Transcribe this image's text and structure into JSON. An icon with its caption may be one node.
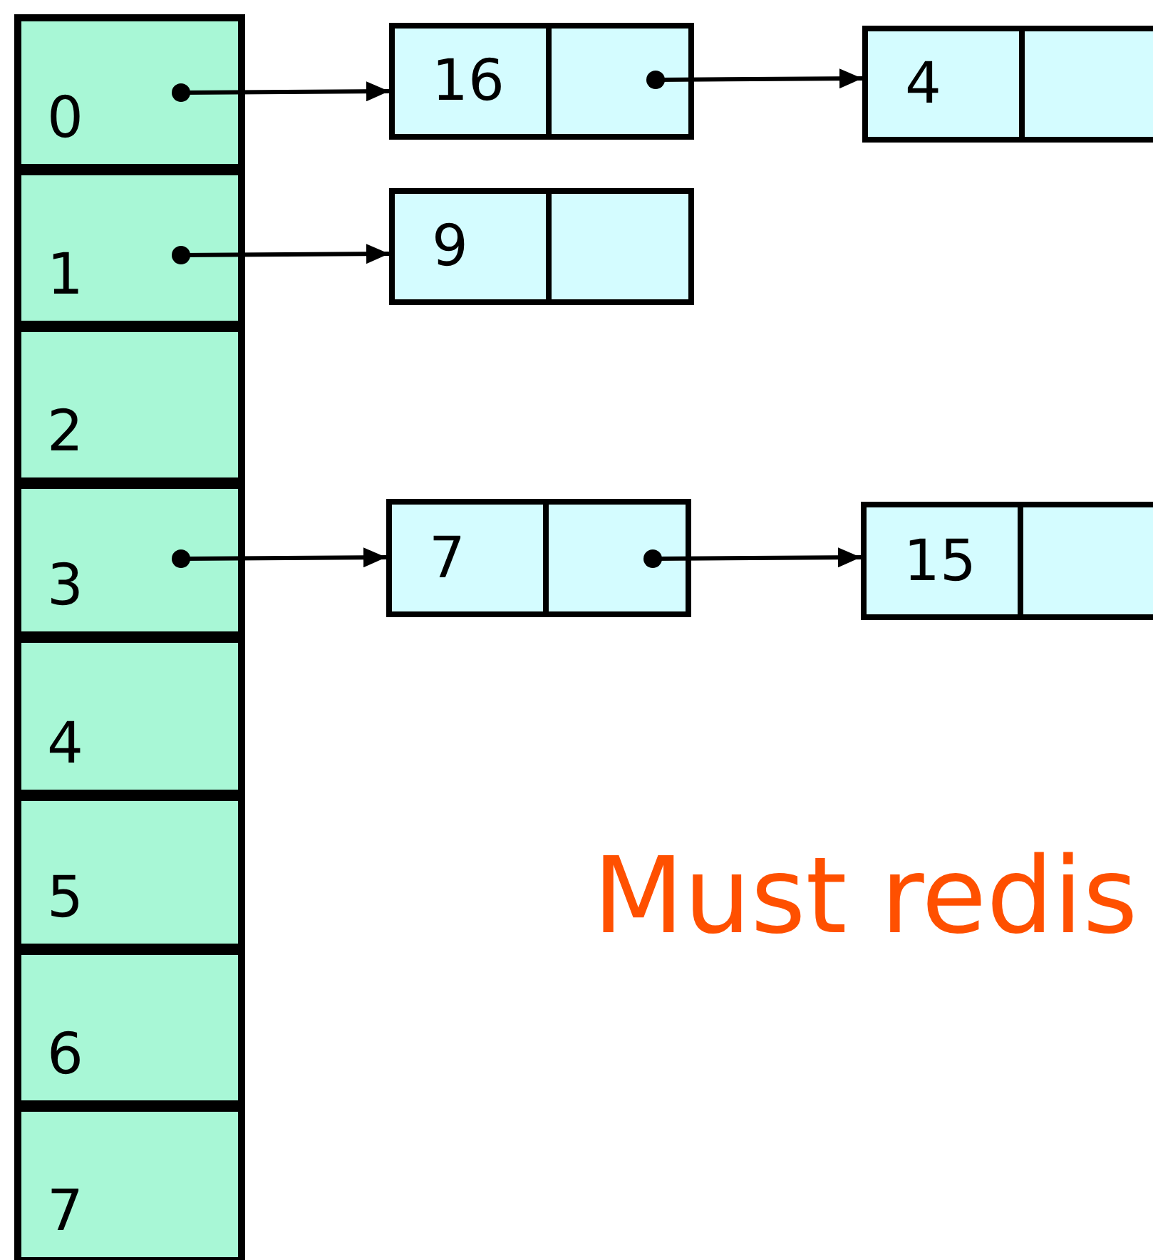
{
  "diagram": {
    "nodes": [
      {
        "text": [
          "0"
        ]
      },
      {
        "text": [
          "1"
        ]
      },
      {
        "text": [
          "2"
        ]
      },
      {
        "text": [
          "3"
        ]
      },
      {
        "text": [
          "4"
        ]
      },
      {
        "text": [
          "5"
        ]
      },
      {
        "text": [
          "6"
        ]
      },
      {
        "text": [
          "7"
        ]
      },
      {
        "text": [
          "16"
        ]
      },
      {
        "text": [
          "4"
        ]
      },
      {
        "text": [
          "9"
        ]
      },
      {
        "text": [
          "7"
        ]
      },
      {
        "text": [
          "15"
        ]
      }
    ],
    "edges": [
      {
        "from": 0,
        "to": 8,
        "arrow": "to"
      },
      {
        "from": 8,
        "to": 9,
        "arrow": "to"
      },
      {
        "from": 1,
        "to": 10,
        "arrow": "to"
      },
      {
        "from": 3,
        "to": 11,
        "arrow": "to"
      },
      {
        "from": 11,
        "to": 12,
        "arrow": "to"
      }
    ],
    "labels": [
      "Must redis"
    ]
  }
}
